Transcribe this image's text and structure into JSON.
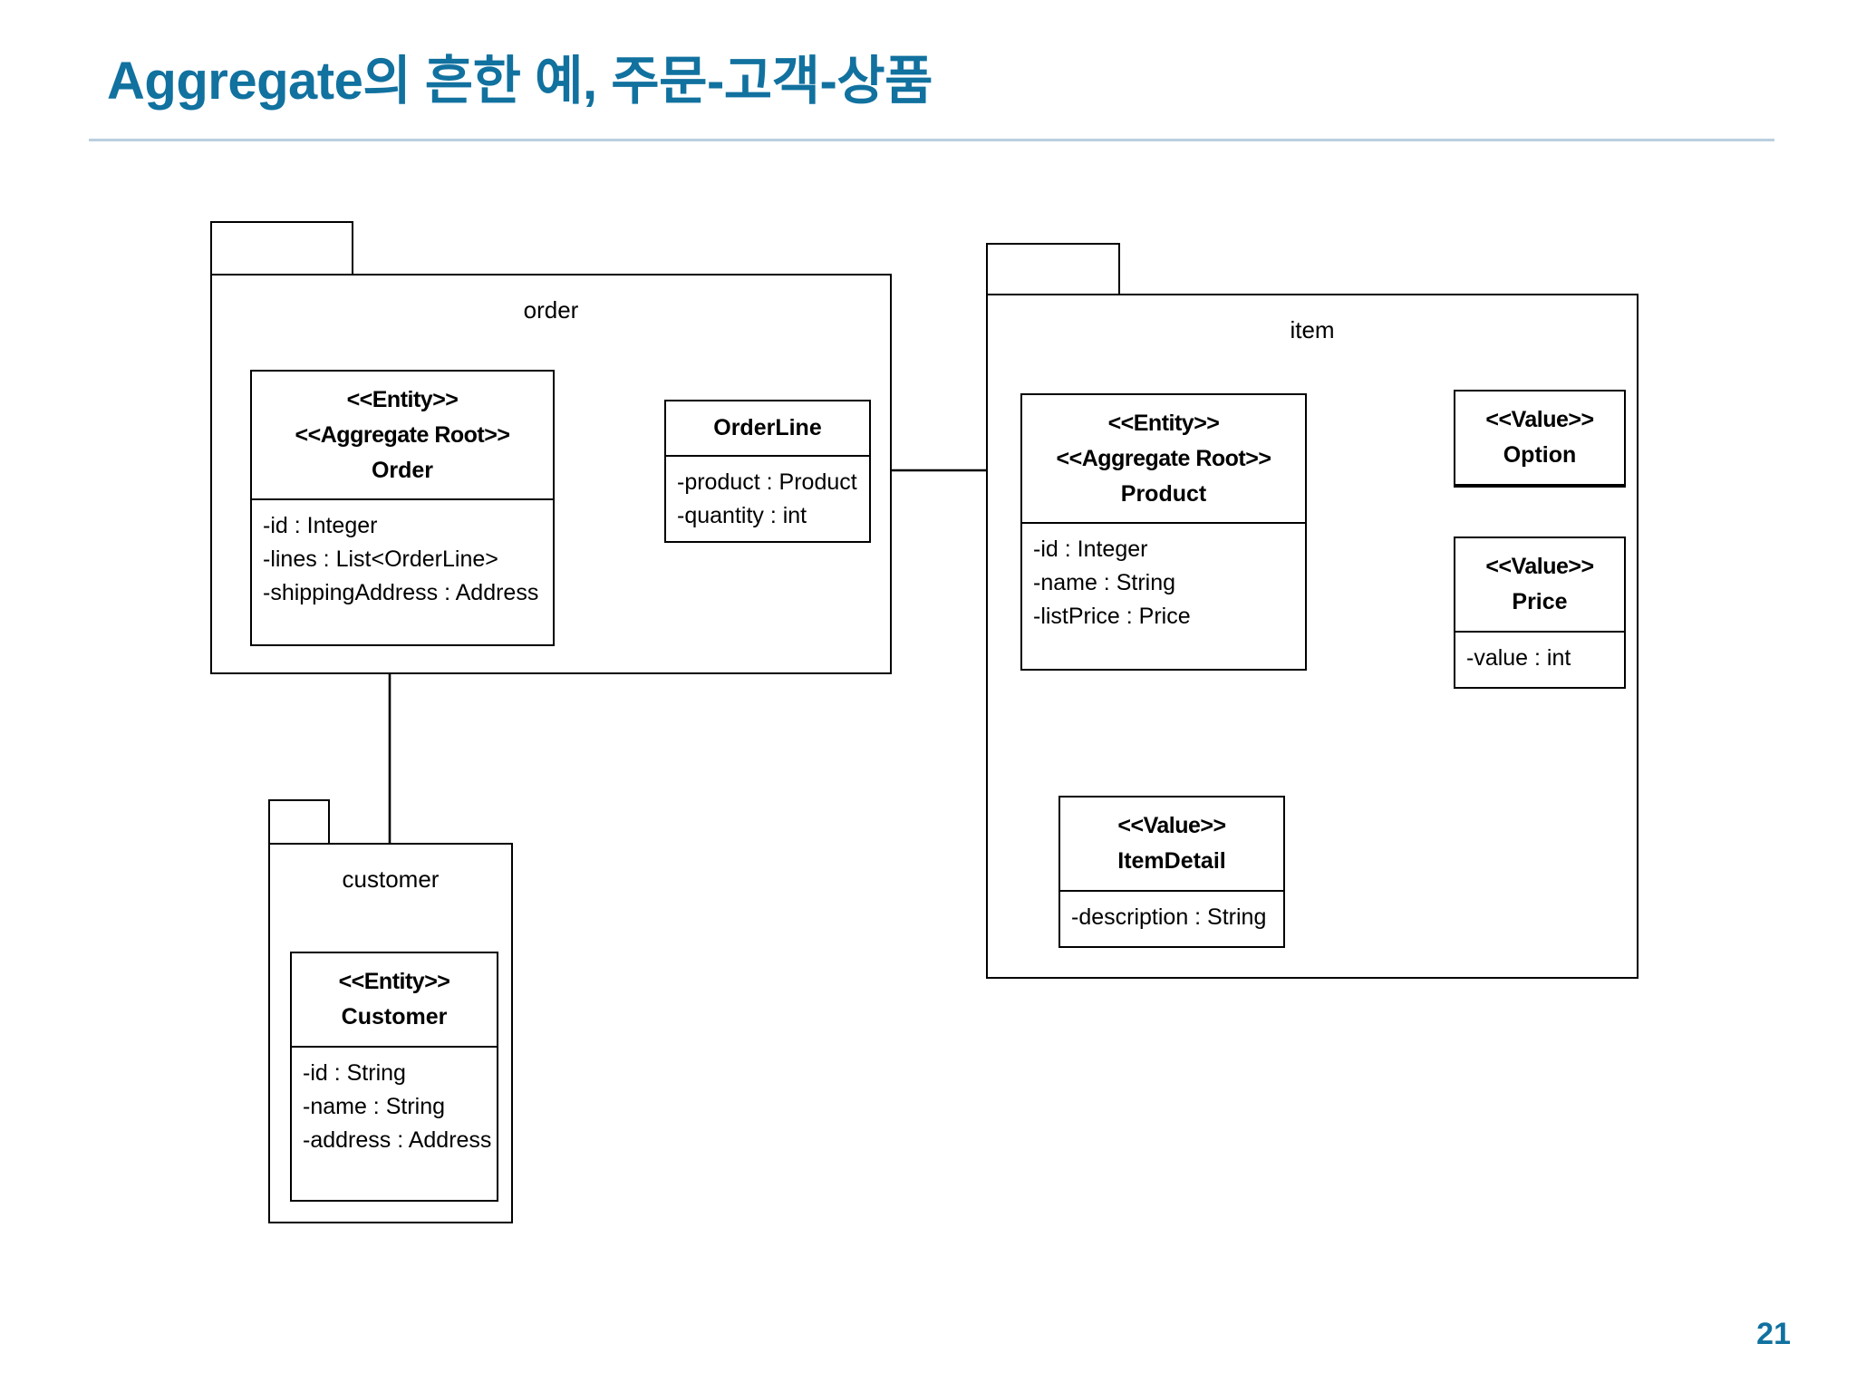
{
  "slide": {
    "title": "Aggregate의 흔한 예, 주문-고객-상품",
    "page_number": "21",
    "accent_color": "#11719f",
    "rule_color": "#b9cfdf"
  },
  "diagram": {
    "type": "uml-class-diagram",
    "packages": [
      {
        "id": "order",
        "label": "order"
      },
      {
        "id": "item",
        "label": "item"
      },
      {
        "id": "customer",
        "label": "customer"
      }
    ],
    "classes": [
      {
        "id": "order",
        "package": "order",
        "stereotypes": [
          "<<Entity>>",
          "<<Aggregate Root>>"
        ],
        "name": "Order",
        "attributes": [
          "-id : Integer",
          "-lines : List<OrderLine>",
          "-shippingAddress : Address"
        ]
      },
      {
        "id": "orderline",
        "package": "order",
        "stereotypes": [],
        "name": "OrderLine",
        "attributes": [
          "-product : Product",
          "-quantity : int"
        ]
      },
      {
        "id": "product",
        "package": "item",
        "stereotypes": [
          "<<Entity>>",
          "<<Aggregate Root>>"
        ],
        "name": "Product",
        "attributes": [
          "-id : Integer",
          "-name : String",
          "-listPrice : Price"
        ]
      },
      {
        "id": "option",
        "package": "item",
        "stereotypes": [
          "<<Value>>"
        ],
        "name": "Option",
        "attributes": []
      },
      {
        "id": "price",
        "package": "item",
        "stereotypes": [
          "<<Value>>"
        ],
        "name": "Price",
        "attributes": [
          "-value : int"
        ]
      },
      {
        "id": "itemdetail",
        "package": "item",
        "stereotypes": [
          "<<Value>>"
        ],
        "name": "ItemDetail",
        "attributes": [
          "-description : String"
        ]
      },
      {
        "id": "customer",
        "package": "customer",
        "stereotypes": [
          "<<Entity>>"
        ],
        "name": "Customer",
        "attributes": [
          "-id : String",
          "-name : String",
          "-address : Address"
        ]
      }
    ],
    "relationships": [
      {
        "from": "order",
        "to": "orderline",
        "kind": "composition"
      },
      {
        "from": "orderline",
        "to": "product",
        "kind": "association"
      },
      {
        "from": "product",
        "to": "option",
        "kind": "composition"
      },
      {
        "from": "product",
        "to": "price",
        "kind": "association"
      },
      {
        "from": "product",
        "to": "itemdetail",
        "kind": "composition"
      },
      {
        "from": "order",
        "to": "customer",
        "kind": "association"
      }
    ]
  }
}
